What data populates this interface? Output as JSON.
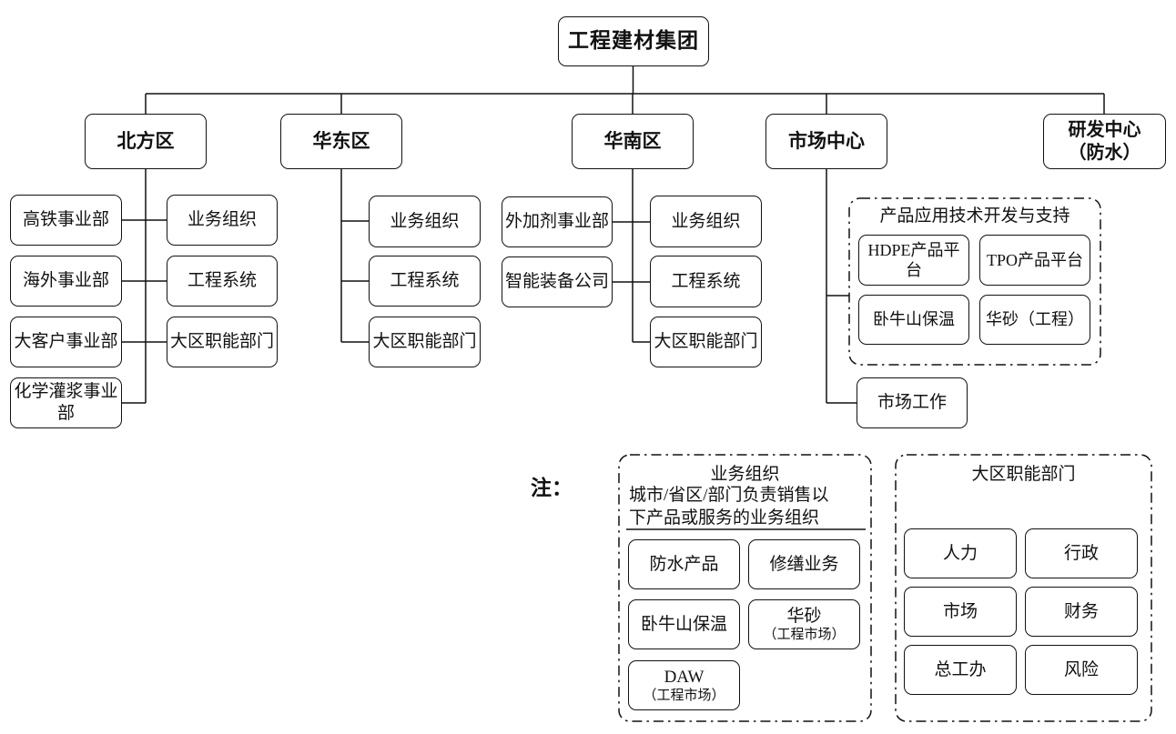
{
  "colors": {
    "line": "#111111",
    "border": "#111111",
    "background": "#ffffff",
    "text": "#111111"
  },
  "root": {
    "label": "工程建材集团"
  },
  "level1": {
    "north": "北方区",
    "east": "华东区",
    "south": "华南区",
    "market": "市场中心",
    "rnd_line1": "研发中心",
    "rnd_line2": "（防水）"
  },
  "north": {
    "left": [
      "高铁事业部",
      "海外事业部",
      "大客户事业部",
      "化学灌浆事业部"
    ],
    "right": [
      "业务组织",
      "工程系统",
      "大区职能部门"
    ]
  },
  "east": {
    "items": [
      "业务组织",
      "工程系统",
      "大区职能部门"
    ]
  },
  "south": {
    "left": [
      "外加剂事业部",
      "智能装备公司"
    ],
    "right": [
      "业务组织",
      "工程系统",
      "大区职能部门"
    ]
  },
  "market": {
    "group_title": "产品应用技术开发与支持",
    "platforms": [
      "HDPE产品平台",
      "TPO产品平台",
      "卧牛山保温",
      "华砂（工程）"
    ],
    "market_work": "市场工作"
  },
  "note": {
    "label": "注：",
    "business_org": {
      "title": "业务组织",
      "subtitle_line1": "城市/省区/部门负责销售以",
      "subtitle_line2": "下产品或服务的业务组织",
      "items": [
        {
          "line1": "防水产品",
          "line2": ""
        },
        {
          "line1": "修缮业务",
          "line2": ""
        },
        {
          "line1": "卧牛山保温",
          "line2": ""
        },
        {
          "line1": "华砂",
          "line2": "（工程市场）"
        },
        {
          "line1": "DAW",
          "line2": "（工程市场）"
        }
      ]
    },
    "regional_depts": {
      "title": "大区职能部门",
      "items": [
        "人力",
        "行政",
        "市场",
        "财务",
        "总工办",
        "风险"
      ]
    }
  }
}
